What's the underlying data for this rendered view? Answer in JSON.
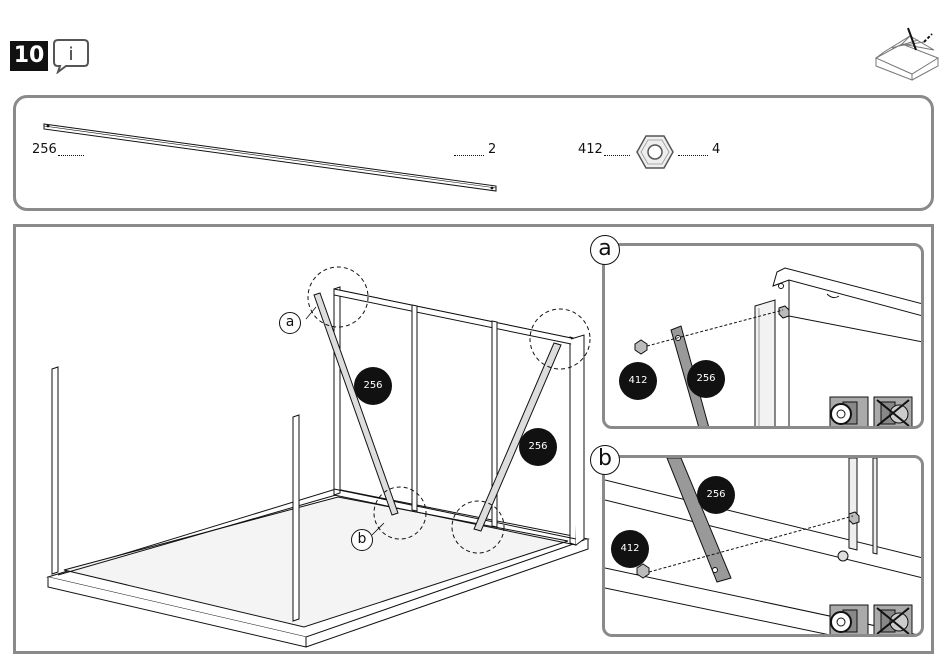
{
  "header": {
    "step_number": "10",
    "info_symbol": "i",
    "icons": [
      "info-bubble-icon",
      "greenhouse-roof-icon"
    ]
  },
  "parts": {
    "bar": {
      "part_number": "256",
      "quantity": "2"
    },
    "nut": {
      "part_number": "412",
      "quantity": "4"
    }
  },
  "main_view": {
    "callout_a": "a",
    "callout_b": "b",
    "bar_label_left": "256",
    "bar_label_right": "256"
  },
  "detail_a": {
    "letter": "a",
    "nut_label": "412",
    "bar_label": "256",
    "icons": [
      "correct-nut-icon",
      "wrong-nut-icon"
    ]
  },
  "detail_b": {
    "letter": "b",
    "nut_label": "412",
    "bar_label": "256",
    "icons": [
      "correct-nut-icon",
      "wrong-nut-icon"
    ]
  },
  "colors": {
    "frame": "#8a8a8a",
    "ink": "#111111",
    "badge": "#111111"
  }
}
